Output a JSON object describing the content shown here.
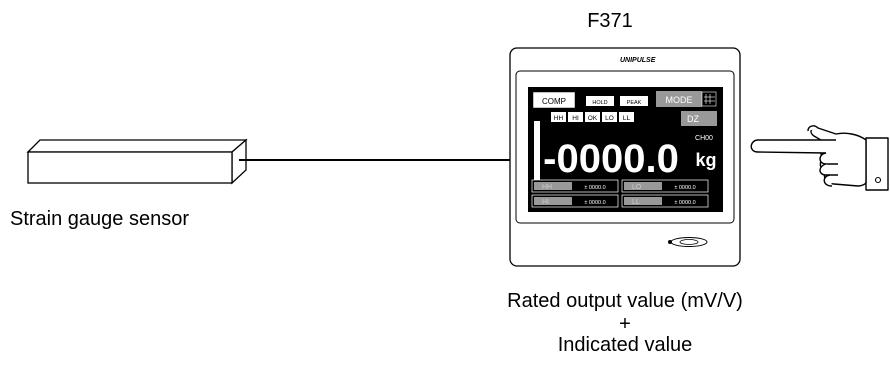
{
  "device": {
    "model": "F371",
    "brand": "UNIPULSE",
    "screen": {
      "comp_tab": "COMP",
      "hold_button": "HOLD",
      "peak_button": "PEAK",
      "mode_button": "MODE",
      "status_indicators": [
        "HH",
        "HI",
        "OK",
        "LO",
        "LL"
      ],
      "dz_button": "DZ",
      "channel": "CH00",
      "reading": "-0000.0",
      "unit": "kg",
      "setpoints": [
        {
          "name": "HH",
          "value": "± 0000.0"
        },
        {
          "name": "LO",
          "value": "± 0000.0"
        },
        {
          "name": "HI",
          "value": "± 0000.0"
        },
        {
          "name": "LL",
          "value": "± 0000.0"
        }
      ]
    }
  },
  "sensor": {
    "label": "Strain gauge sensor"
  },
  "caption": {
    "line1": "Rated output value (mV/V)",
    "plus": "+",
    "line2": "Indicated value"
  }
}
